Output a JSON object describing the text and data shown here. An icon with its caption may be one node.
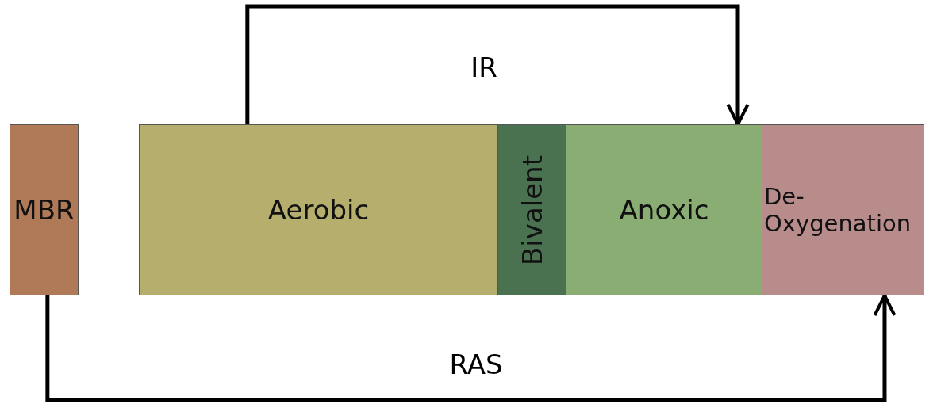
{
  "diagram": {
    "nodes": [
      {
        "text": [
          "MBR"
        ]
      },
      {
        "text": [
          "Aerobic"
        ]
      },
      {
        "text": [
          "Bivalent"
        ]
      },
      {
        "text": [
          "Anoxic"
        ]
      },
      {
        "text": [
          "De-Oxygenation"
        ]
      }
    ],
    "edges": [
      {
        "from": 1,
        "to": 3,
        "arrow": "to",
        "label": "IR"
      },
      {
        "from": 0,
        "to": 4,
        "arrow": "to",
        "label": "RAS"
      }
    ]
  }
}
